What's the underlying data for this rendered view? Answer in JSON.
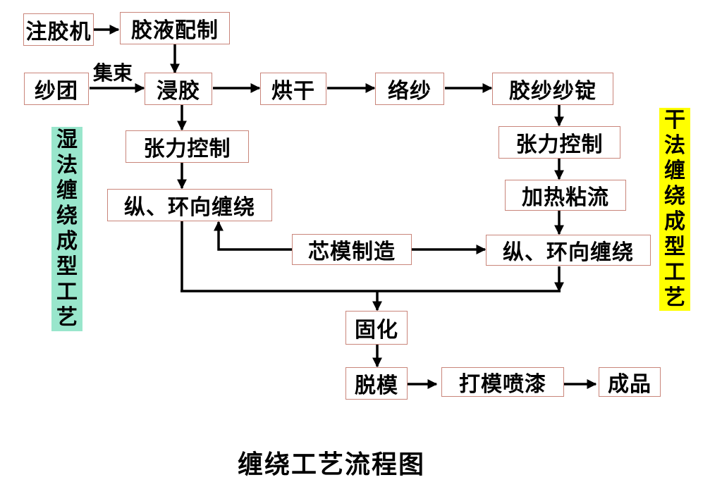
{
  "title": "缠绕工艺流程图",
  "side_labels": {
    "wet": {
      "text": "湿法缠绕成型工艺",
      "color": "#99e6cc"
    },
    "dry": {
      "text": "干法缠绕成型工艺",
      "color": "#ffff00"
    }
  },
  "edge_label": "集束",
  "nodes": {
    "injector": "注胶机",
    "resin_prep": "胶液配制",
    "yarn": "纱团",
    "impregnate": "浸胶",
    "dry": "烘干",
    "wind_yarn": "络纱",
    "prepreg_spindle": "胶纱纱锭",
    "tension_wet": "张力控制",
    "tension_dry": "张力控制",
    "winding_wet": "纵、环向缠绕",
    "heat": "加热粘流",
    "mandrel": "芯模制造",
    "winding_dry": "纵、环向缠绕",
    "cure": "固化",
    "demold": "脱模",
    "finish": "打模喷漆",
    "product": "成品"
  },
  "colors": {
    "box_border": "#c9857a",
    "arrow": "#000000"
  }
}
